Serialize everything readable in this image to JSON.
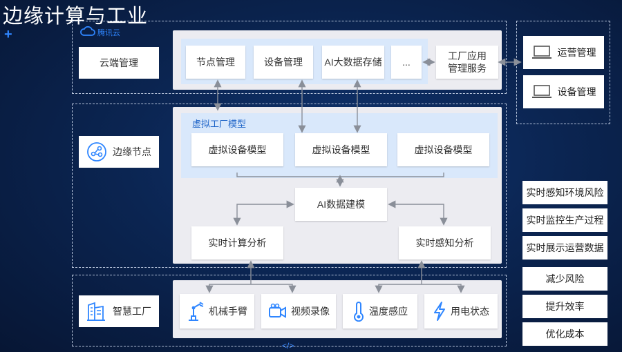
{
  "title": "边缘计算与工业",
  "brand": {
    "name": "腾讯云",
    "icon": "cloud-icon"
  },
  "left_labels": {
    "cloud": "云端管理",
    "edge": "边缘节点",
    "factory": "智慧工厂"
  },
  "cloud_row": {
    "items": [
      "节点管理",
      "设备管理",
      "AI大数据存储",
      "..."
    ],
    "factory_service": "工厂应用\n管理服务"
  },
  "right_top": {
    "items": [
      {
        "label": "运营管理",
        "icon": "laptop-icon"
      },
      {
        "label": "设备管理",
        "icon": "laptop-icon"
      }
    ]
  },
  "edge": {
    "model_title": "虚拟工厂模型",
    "device_models": [
      "虚拟设备模型",
      "虚拟设备模型",
      "虚拟设备模型"
    ],
    "ai_modeling": "AI数据建模",
    "realtime_compute": "实时计算分析",
    "realtime_sense": "实时感知分析"
  },
  "factory_row": [
    {
      "label": "机械手臂",
      "icon": "robot-arm-icon"
    },
    {
      "label": "视频录像",
      "icon": "video-camera-icon"
    },
    {
      "label": "温度感应",
      "icon": "thermometer-icon"
    },
    {
      "label": "用电状态",
      "icon": "lightning-icon"
    }
  ],
  "benefits": [
    "实时感知环境风险",
    "实时监控生产过程",
    "实时展示运营数据",
    "减少风险",
    "提升效率",
    "优化成本"
  ],
  "colors": {
    "accent": "#2f86ff",
    "dash": "#b9c6dc",
    "panel": "#ececf1",
    "model_bg": "#d9e8fb",
    "arrow": "#8a8f99"
  }
}
